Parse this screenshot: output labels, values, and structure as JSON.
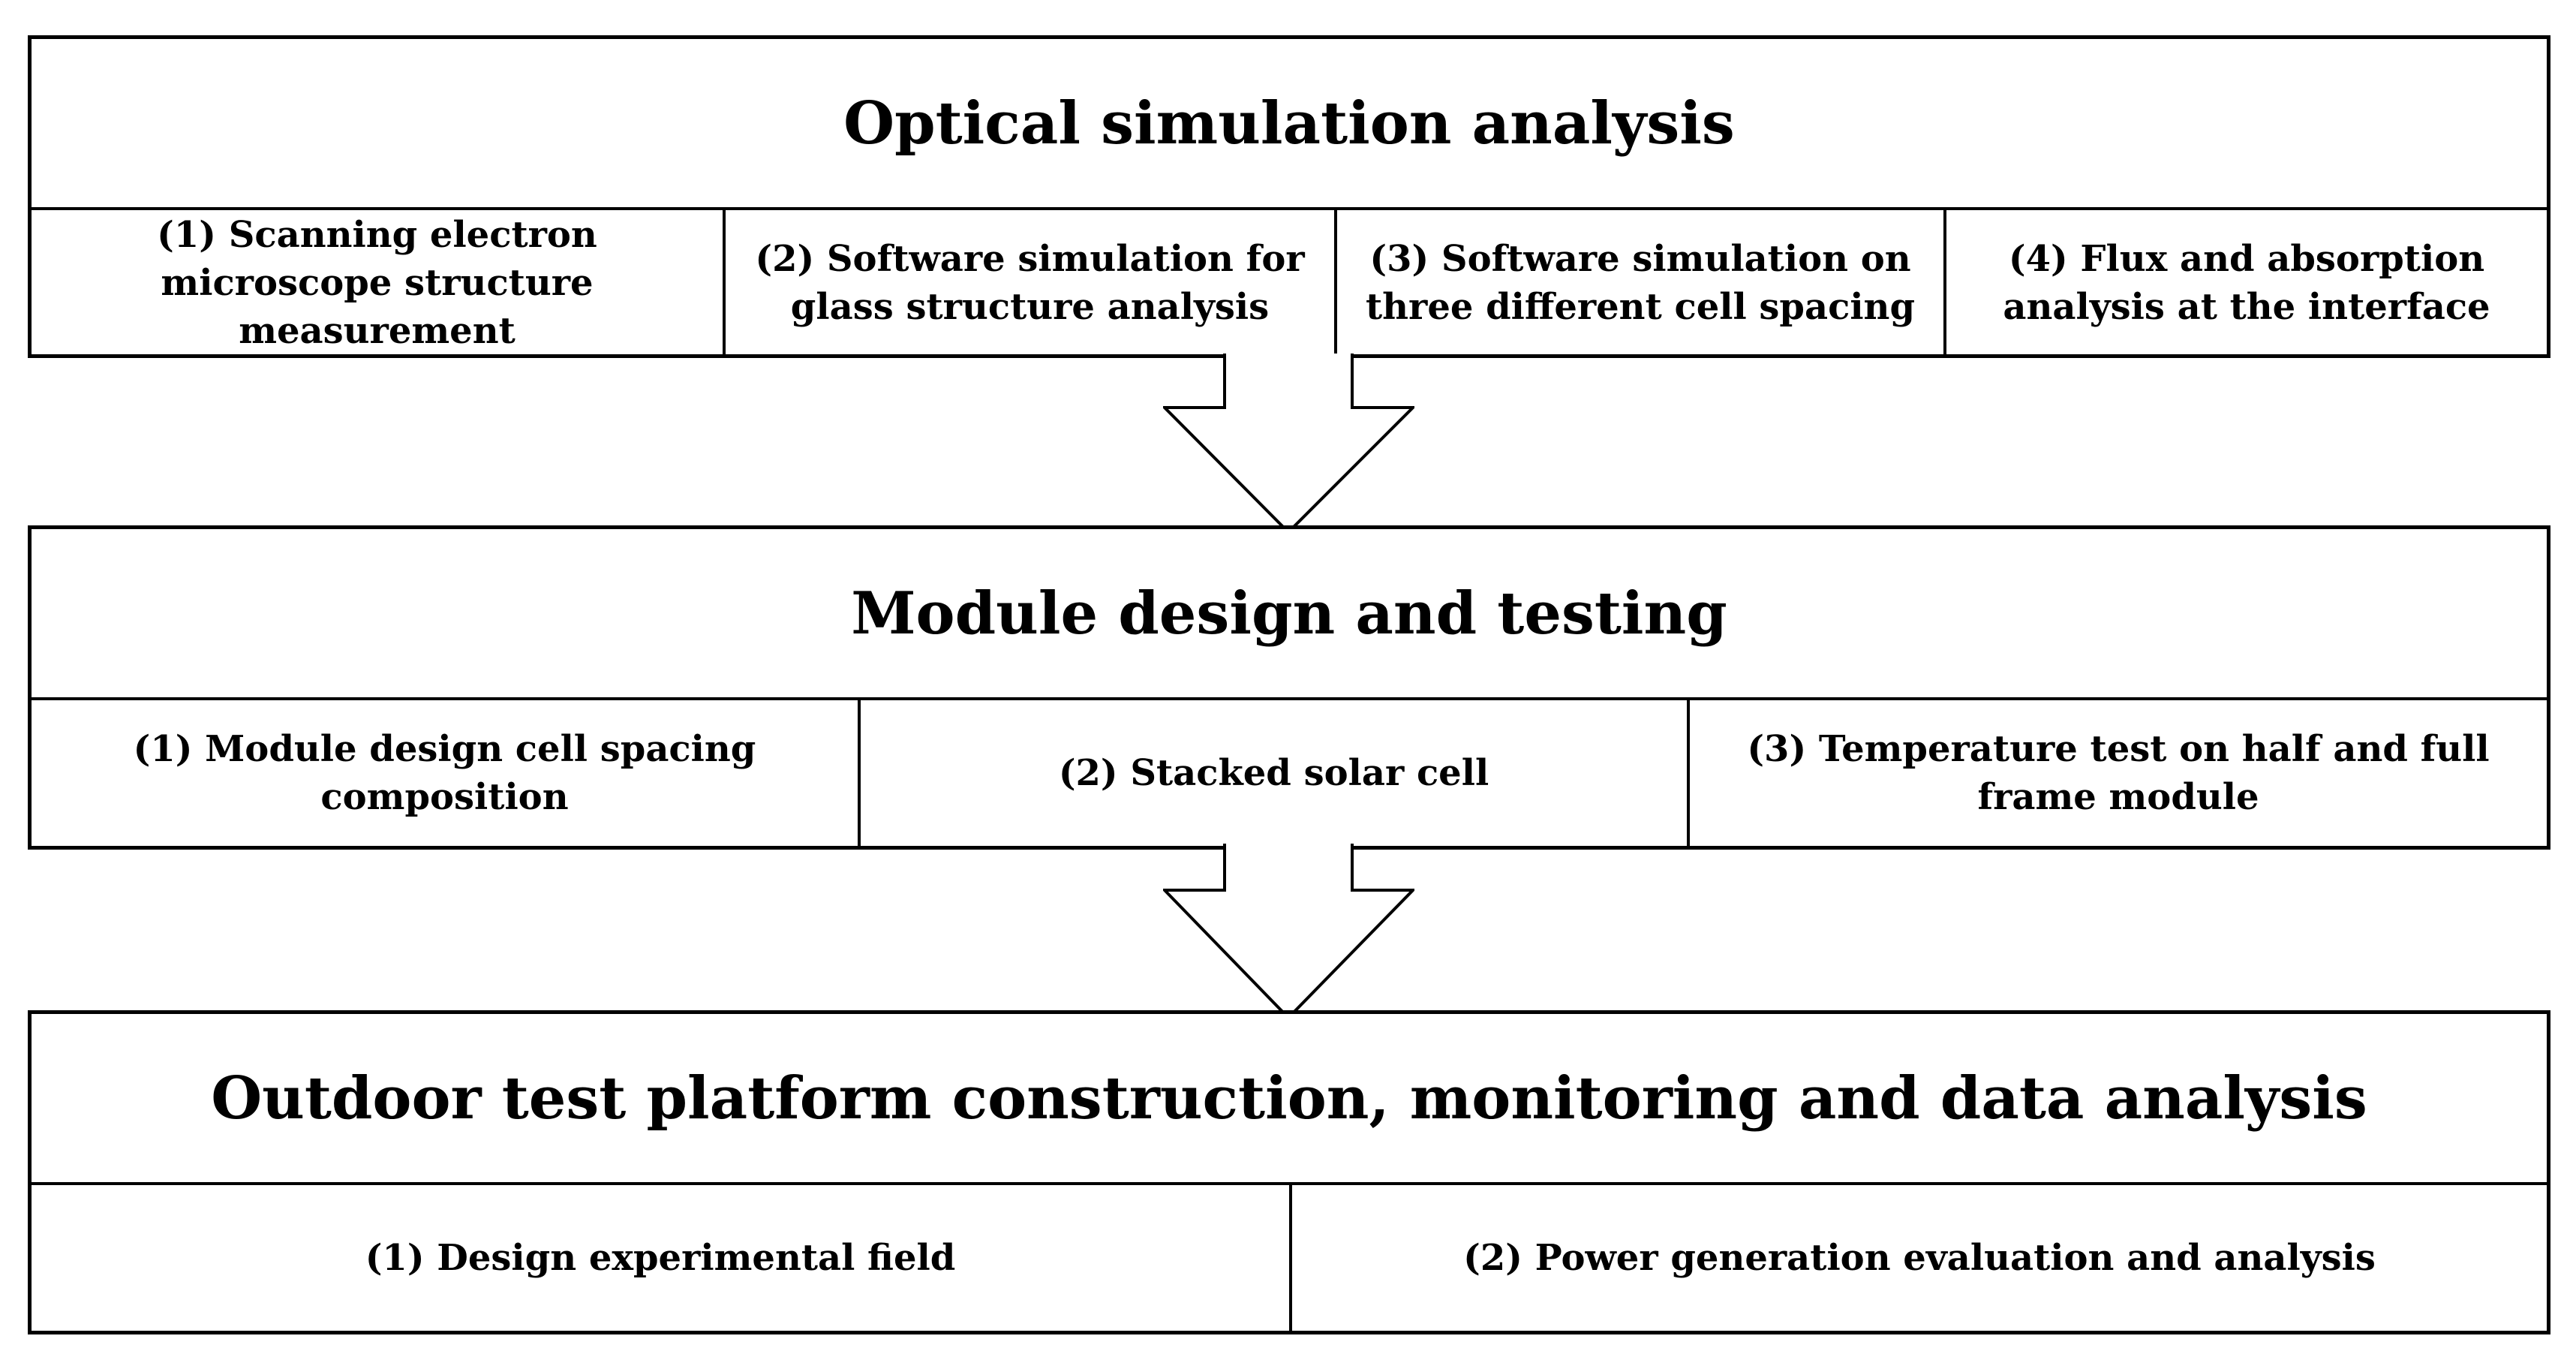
{
  "blocks": [
    {
      "title": "Optical simulation analysis",
      "items": [
        "(1) Scanning electron microscope structure measurement",
        "(2) Software simulation for glass structure analysis",
        "(3) Software simulation on three different cell spacing",
        "(4) Flux and absorption analysis at the interface"
      ]
    },
    {
      "title": "Module design and testing",
      "items": [
        "(1) Module design cell spacing composition",
        "(2) Stacked solar cell",
        "(3) Temperature test on half and full frame module"
      ]
    },
    {
      "title": "Outdoor test platform construction, monitoring and data analysis",
      "items": [
        "(1) Design experimental field",
        "(2) Power generation evaluation and analysis"
      ]
    }
  ]
}
